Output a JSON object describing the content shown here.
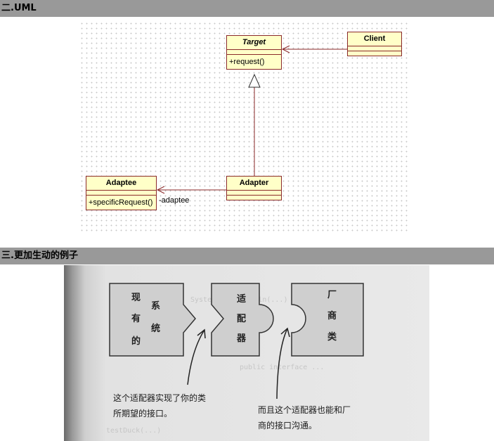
{
  "sections": {
    "uml_title": "二.UML",
    "example_title": "三.更加生动的例子"
  },
  "uml": {
    "target": {
      "name": "Target",
      "operation": "+request()"
    },
    "client": {
      "name": "Client"
    },
    "adaptee": {
      "name": "Adaptee",
      "operation": "+specificRequest()"
    },
    "adapter": {
      "name": "Adapter"
    },
    "association_role": "-adaptee"
  },
  "illustration": {
    "existing_system": [
      "现",
      "有",
      "的",
      "系",
      "统"
    ],
    "adapter_piece": [
      "适",
      "配",
      "器"
    ],
    "vendor_class": [
      "厂",
      "商",
      "类"
    ],
    "note_left": [
      "这个适配器实现了你的类",
      "所期望的接口。"
    ],
    "note_right": [
      "而且这个适配器也能和厂",
      "商的接口沟通。"
    ]
  }
}
